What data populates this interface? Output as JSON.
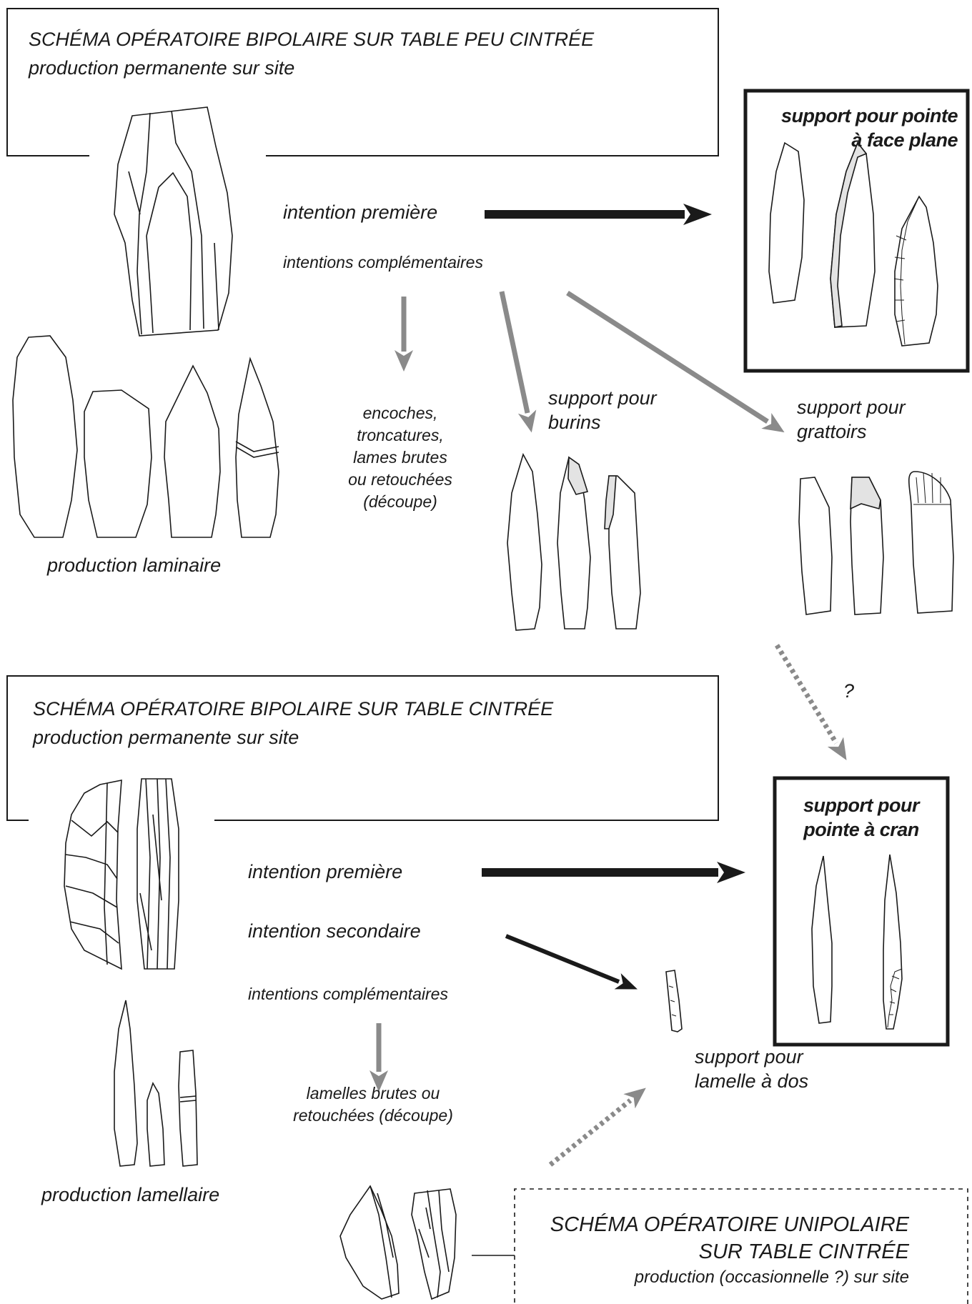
{
  "scheme_top": {
    "title": "SCHÉMA OPÉRATOIRE BIPOLAIRE SUR TABLE PEU CINTRÉE",
    "subtitle": "production permanente sur site",
    "intention_premiere": "intention première",
    "intentions_complementaires": "intentions complémentaires",
    "production_label": "production laminaire",
    "uses": [
      "encoches,",
      "troncatures,",
      "lames brutes",
      "ou retouchées",
      "(découpe)"
    ],
    "burins_label": [
      "support pour",
      "burins"
    ],
    "grattoirs_label": [
      "support pour",
      "grattoirs"
    ],
    "target_label": [
      "support pour pointe",
      "à face plane"
    ]
  },
  "question_mark": "?",
  "scheme_middle": {
    "title": "SCHÉMA OPÉRATOIRE BIPOLAIRE SUR TABLE CINTRÉE",
    "subtitle": "production permanente sur site",
    "intention_premiere": "intention première",
    "intention_secondaire": "intention secondaire",
    "intentions_complementaires": "intentions complémentaires",
    "production_label": "production lamellaire",
    "uses": [
      "lamelles brutes ou",
      "retouchées (découpe)"
    ],
    "target_label": [
      "support pour",
      "pointe à cran"
    ],
    "lamelle_label": [
      "support pour",
      "lamelle à dos"
    ]
  },
  "scheme_bottom": {
    "title_line1": "SCHÉMA OPÉRATOIRE UNIPOLAIRE",
    "title_line2": "SUR TABLE CINTRÉE",
    "subtitle": "production (occasionnelle ?) sur site"
  },
  "colors": {
    "ink": "#1a1a1a",
    "grey_arrow": "#8a8a8a",
    "fill_grey": "#e3e3e3"
  }
}
